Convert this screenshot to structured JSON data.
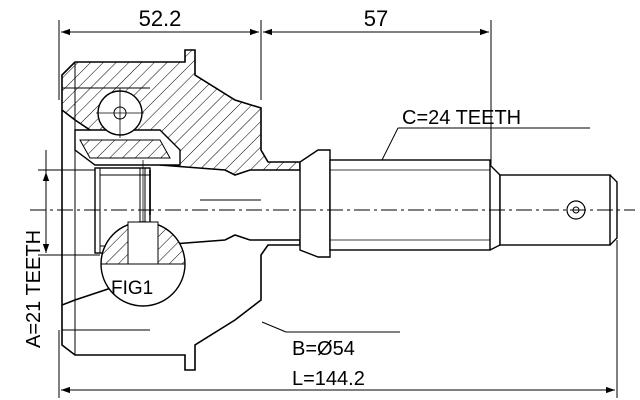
{
  "dimensions": {
    "housing_length": "52.2",
    "shaft_length": "57",
    "total_length": "L=144.2",
    "outer_diameter": "B=Ø54"
  },
  "labels": {
    "inner_spline": "A=21 TEETH",
    "outer_spline": "C=24 TEETH",
    "figure": "FIG1"
  }
}
